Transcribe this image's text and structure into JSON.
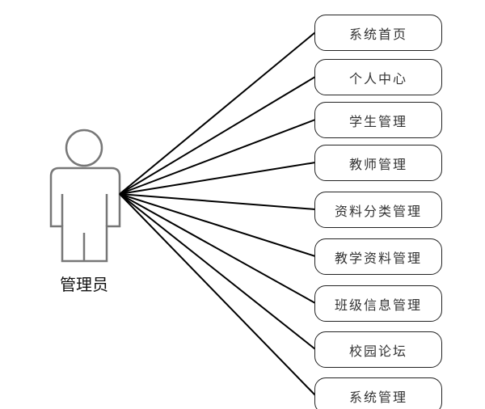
{
  "actor": {
    "label": "管理员"
  },
  "use_cases": [
    {
      "label": "系统首页"
    },
    {
      "label": "个人中心"
    },
    {
      "label": "学生管理"
    },
    {
      "label": "教师管理"
    },
    {
      "label": "资料分类管理"
    },
    {
      "label": "教学资料管理"
    },
    {
      "label": "班级信息管理"
    },
    {
      "label": "校园论坛"
    },
    {
      "label": "系统管理"
    }
  ]
}
